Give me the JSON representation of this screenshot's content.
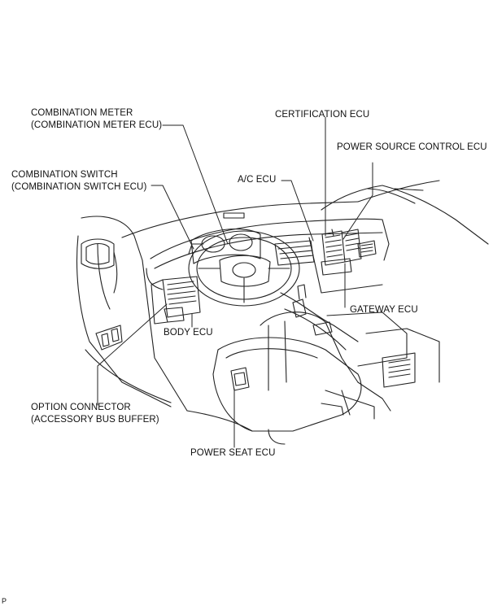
{
  "labels": {
    "combination_meter": {
      "line1": "COMBINATION METER",
      "line2": "(COMBINATION METER ECU)"
    },
    "certification_ecu": "CERTIFICATION ECU",
    "power_source_control_ecu": "POWER SOURCE CONTROL ECU",
    "combination_switch": {
      "line1": "COMBINATION SWITCH",
      "line2": "(COMBINATION SWITCH ECU)"
    },
    "ac_ecu": "A/C ECU",
    "gateway_ecu": "GATEWAY ECU",
    "body_ecu": "BODY ECU",
    "option_connector": {
      "line1": "OPTION CONNECTOR",
      "line2": "(ACCESSORY BUS BUFFER)"
    },
    "power_seat_ecu": "POWER SEAT ECU"
  },
  "corner_mark": "P"
}
